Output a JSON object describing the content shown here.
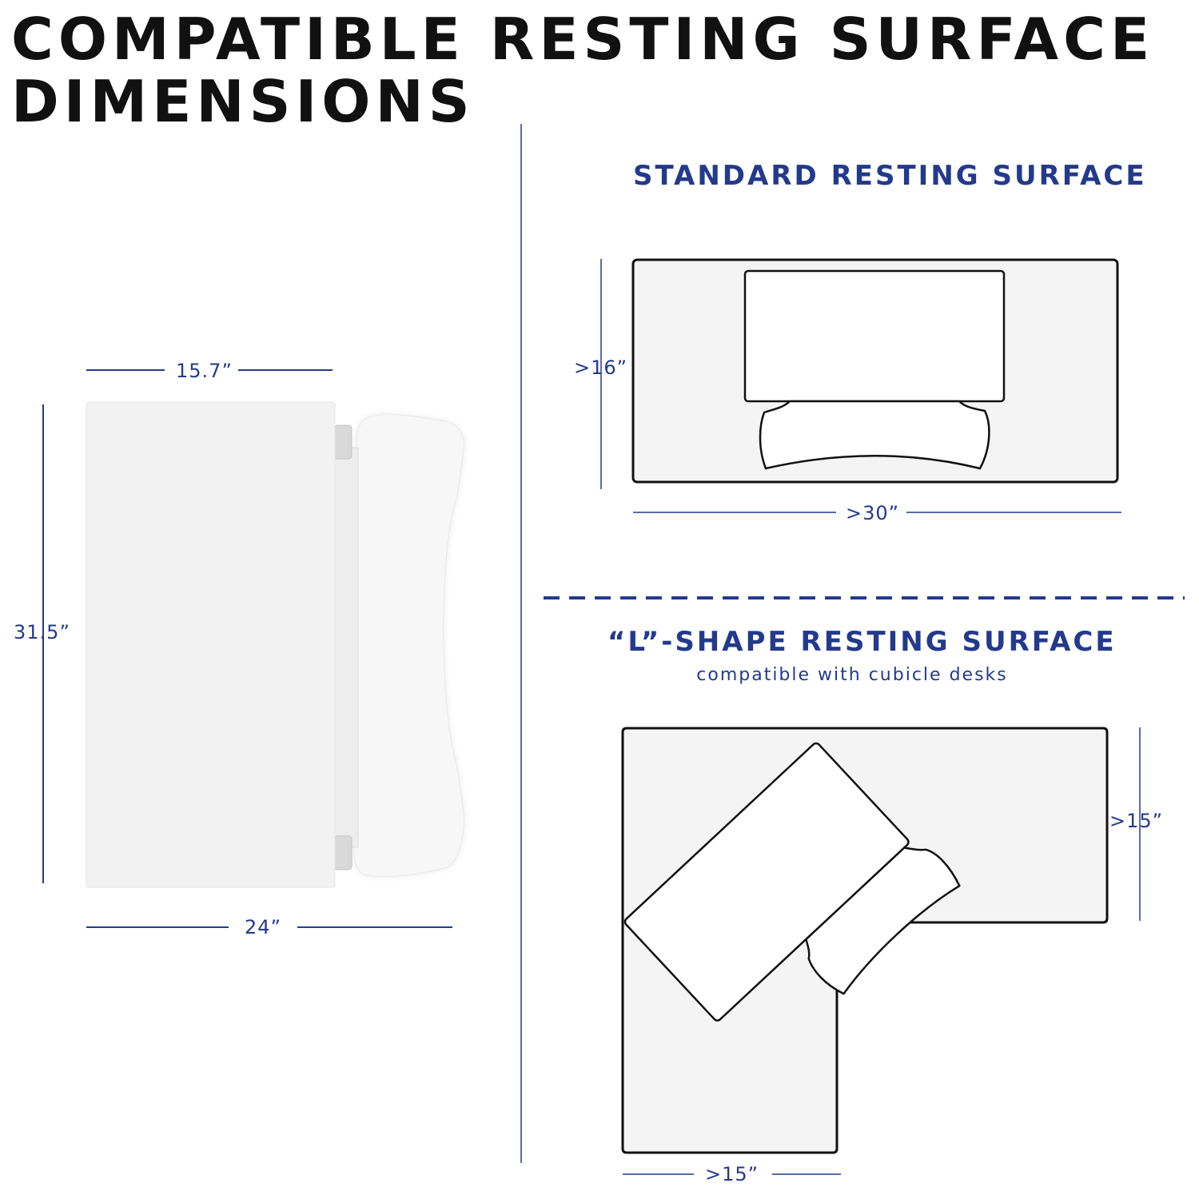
{
  "title": "COMPATIBLE RESTING SURFACE DIMENSIONS",
  "colors": {
    "title": "#111111",
    "accent": "#233a8c",
    "surface": "#f4f4f4",
    "outline": "#111111",
    "product": "#f2f2f2"
  },
  "product": {
    "width_label": "15.7”",
    "height_label": "31.5”",
    "depth_label": "24”"
  },
  "standard": {
    "title": "STANDARD RESTING SURFACE",
    "depth_label": ">16”",
    "width_label": ">30”"
  },
  "l_shape": {
    "title": "“L”-SHAPE RESTING SURFACE",
    "subtitle": "compatible with cubicle desks",
    "right_label": ">15”",
    "bottom_label": ">15”"
  }
}
